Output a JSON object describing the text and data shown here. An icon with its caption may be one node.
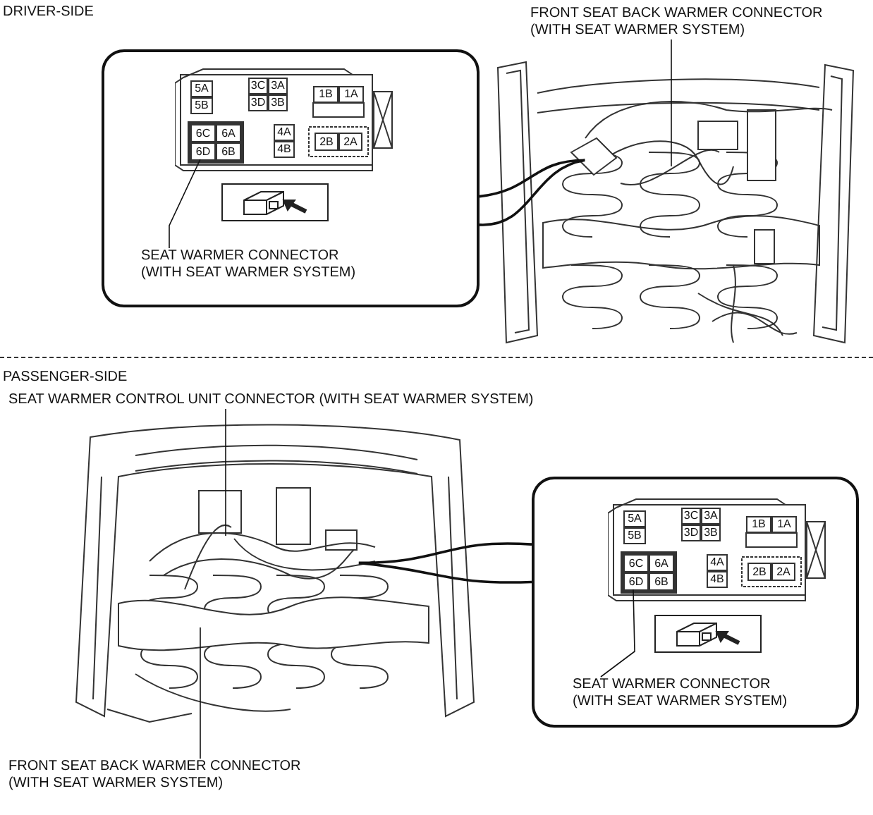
{
  "diagram": {
    "nodes": [
      {
        "text": [],
        "shape": "picture"
      },
      {
        "text": [],
        "shape": "box"
      },
      {
        "text": [],
        "shape": "picture",
        "in": 1
      },
      {
        "text": [
          "SEAT WARMER CONNECTOR (WITH SEAT WARMER SYSTEM)"
        ],
        "in": 1
      },
      {
        "text": [],
        "shape": "picture",
        "in": 1
      },
      {
        "text": [
          "FRONT SEAT BACK WARMER CONNECTOR (WITH SEAT WARMER SYSTEM)"
        ]
      },
      {
        "text": [],
        "shape": "picture"
      },
      {
        "text": [
          "SEAT WARMER CONTROL UNIT CONNECTOR (WITH SEAT WARMER SYSTEM)"
        ]
      },
      {
        "text": [],
        "shape": "box"
      },
      {
        "text": [],
        "shape": "picture",
        "in": 8
      },
      {
        "text": [
          "SEAT WARMER CONNECTOR (WITH SEAT WARMER SYSTEM)"
        ],
        "in": 8
      },
      {
        "text": [],
        "shape": "picture",
        "in": 8
      },
      {
        "text": [
          "FRONT SEAT BACK WARMER CONNECTOR (WITH SEAT WARMER SYSTEM)"
        ]
      }
    ],
    "edges": [
      {
        "from": 3,
        "to": 2,
        "arrow": "none"
      },
      {
        "from": 5,
        "to": 0,
        "arrow": "none"
      },
      {
        "from": 1,
        "to": 0,
        "arrow": "none"
      },
      {
        "from": 7,
        "to": 6,
        "arrow": "none"
      },
      {
        "from": 10,
        "to": 9,
        "arrow": "none"
      },
      {
        "from": 8,
        "to": 6,
        "arrow": "none"
      },
      {
        "from": 12,
        "to": 6,
        "arrow": "none"
      }
    ],
    "labels": [
      "DRIVER-SIDE",
      "5A",
      "5B",
      "3C",
      "3A",
      "3D",
      "3B",
      "1B",
      "1A",
      "6C",
      "6A",
      "6D",
      "6B",
      "4A",
      "4B",
      "2B",
      "2A",
      "PASSENGER-SIDE",
      "5A",
      "5B",
      "3C",
      "3A",
      "3D",
      "3B",
      "1B",
      "1A",
      "6C",
      "6A",
      "6D",
      "6B",
      "4A",
      "4B",
      "2B",
      "2A"
    ]
  }
}
